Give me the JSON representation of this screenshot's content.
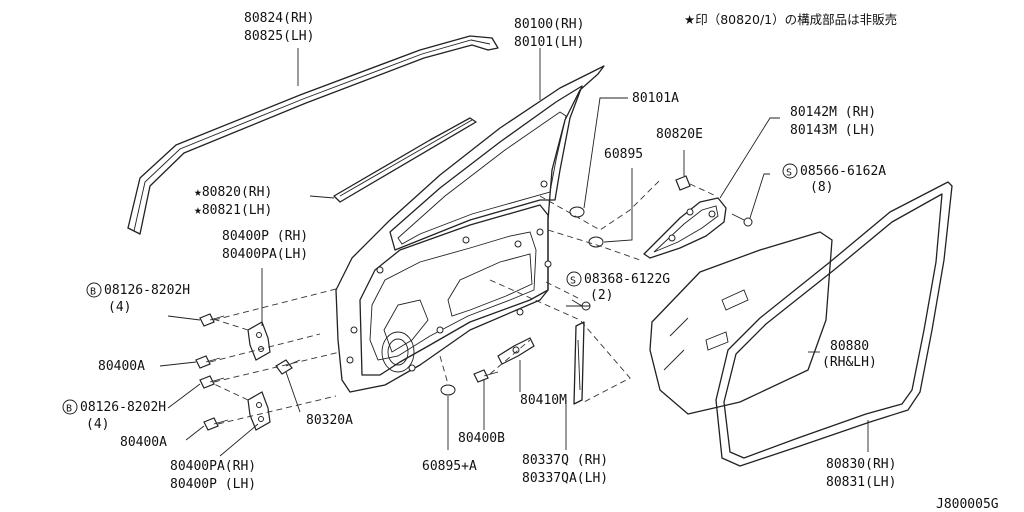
{
  "note": "★印（80820/1）の構成部品は非販売",
  "diagram_id": "J800005G",
  "callouts": {
    "moulding_rh": "80824(RH)",
    "moulding_lh": "80825(LH)",
    "door_rh": "80100(RH)",
    "door_lh": "80101(LH)",
    "grommet_a": "80101A",
    "weatherstrip_rh": "★80820(RH)",
    "weatherstrip_lh": "★80821(LH)",
    "hinge_upper_rh": "80400P (RH)",
    "hinge_upper_lh": "80400PA(LH)",
    "bolt_upper": "08126-8202H",
    "bolt_upper_qty": "(4)",
    "bolt_a_upper": "80400A",
    "bolt_lower": "08126-8202H",
    "bolt_lower_qty": "(4)",
    "bolt_a_lower": "80400A",
    "hinge_lower_rh": "80400PA(RH)",
    "hinge_lower_lh": "80400P (LH)",
    "stopper": "80320A",
    "plug": "60895",
    "plug_a": "60895+A",
    "clip": "80820E",
    "visor_rh": "80142M (RH)",
    "visor_lh": "80143M (LH)",
    "screw_a": "08566-6162A",
    "screw_a_qty": "(8)",
    "screw_b": "08368-6122G",
    "screw_b_qty": "(2)",
    "check_link": "80410M",
    "bolt_b": "80400B",
    "sash_rh": "80337Q (RH)",
    "sash_lh": "80337QA(LH)",
    "screen": "80880",
    "screen_side": "(RH&LH)",
    "seal_rh": "80830(RH)",
    "seal_lh": "80831(LH)"
  },
  "markers": {
    "bolt_prefix": "B",
    "screw_prefix": "S"
  }
}
